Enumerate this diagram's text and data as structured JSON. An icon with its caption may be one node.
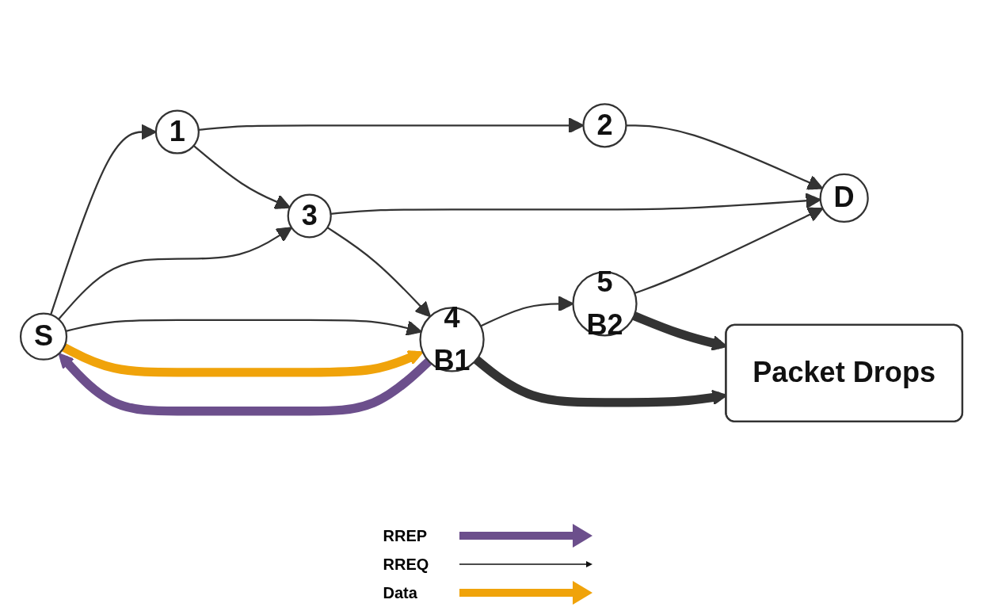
{
  "diagram": {
    "nodes": [
      {
        "text": [
          "S"
        ]
      },
      {
        "text": [
          "1"
        ]
      },
      {
        "text": [
          "2"
        ]
      },
      {
        "text": [
          "3"
        ]
      },
      {
        "text": [
          "D"
        ]
      },
      {
        "text": [
          "4",
          "B1"
        ]
      },
      {
        "text": [
          "5",
          "B2"
        ]
      },
      {
        "text": [
          "Packet Drops"
        ]
      }
    ],
    "edges": [
      {
        "from": 0,
        "to": 1,
        "arrow": "to"
      },
      {
        "from": 0,
        "to": 3,
        "arrow": "to"
      },
      {
        "from": 1,
        "to": 2,
        "arrow": "to"
      },
      {
        "from": 1,
        "to": 3,
        "arrow": "to"
      },
      {
        "from": 2,
        "to": 4,
        "arrow": "to"
      },
      {
        "from": 3,
        "to": 4,
        "arrow": "to"
      },
      {
        "from": 3,
        "to": 5,
        "arrow": "to"
      },
      {
        "from": 0,
        "to": 5,
        "arrow": "to"
      },
      {
        "from": 0,
        "to": 5,
        "arrow": "to",
        "style": "thick",
        "color": "#f0a30a"
      },
      {
        "from": 5,
        "to": 0,
        "arrow": "to",
        "style": "thick",
        "color": "#6c4f8c"
      },
      {
        "from": 5,
        "to": 6,
        "arrow": "to"
      },
      {
        "from": 6,
        "to": 4,
        "arrow": "to"
      },
      {
        "from": 5,
        "to": 7,
        "arrow": "to",
        "style": "thick"
      },
      {
        "from": 6,
        "to": 7,
        "arrow": "to",
        "style": "thick"
      }
    ],
    "legend": [
      {
        "text": "RREP"
      },
      {
        "text": "RREQ"
      },
      {
        "text": "Data"
      }
    ]
  }
}
